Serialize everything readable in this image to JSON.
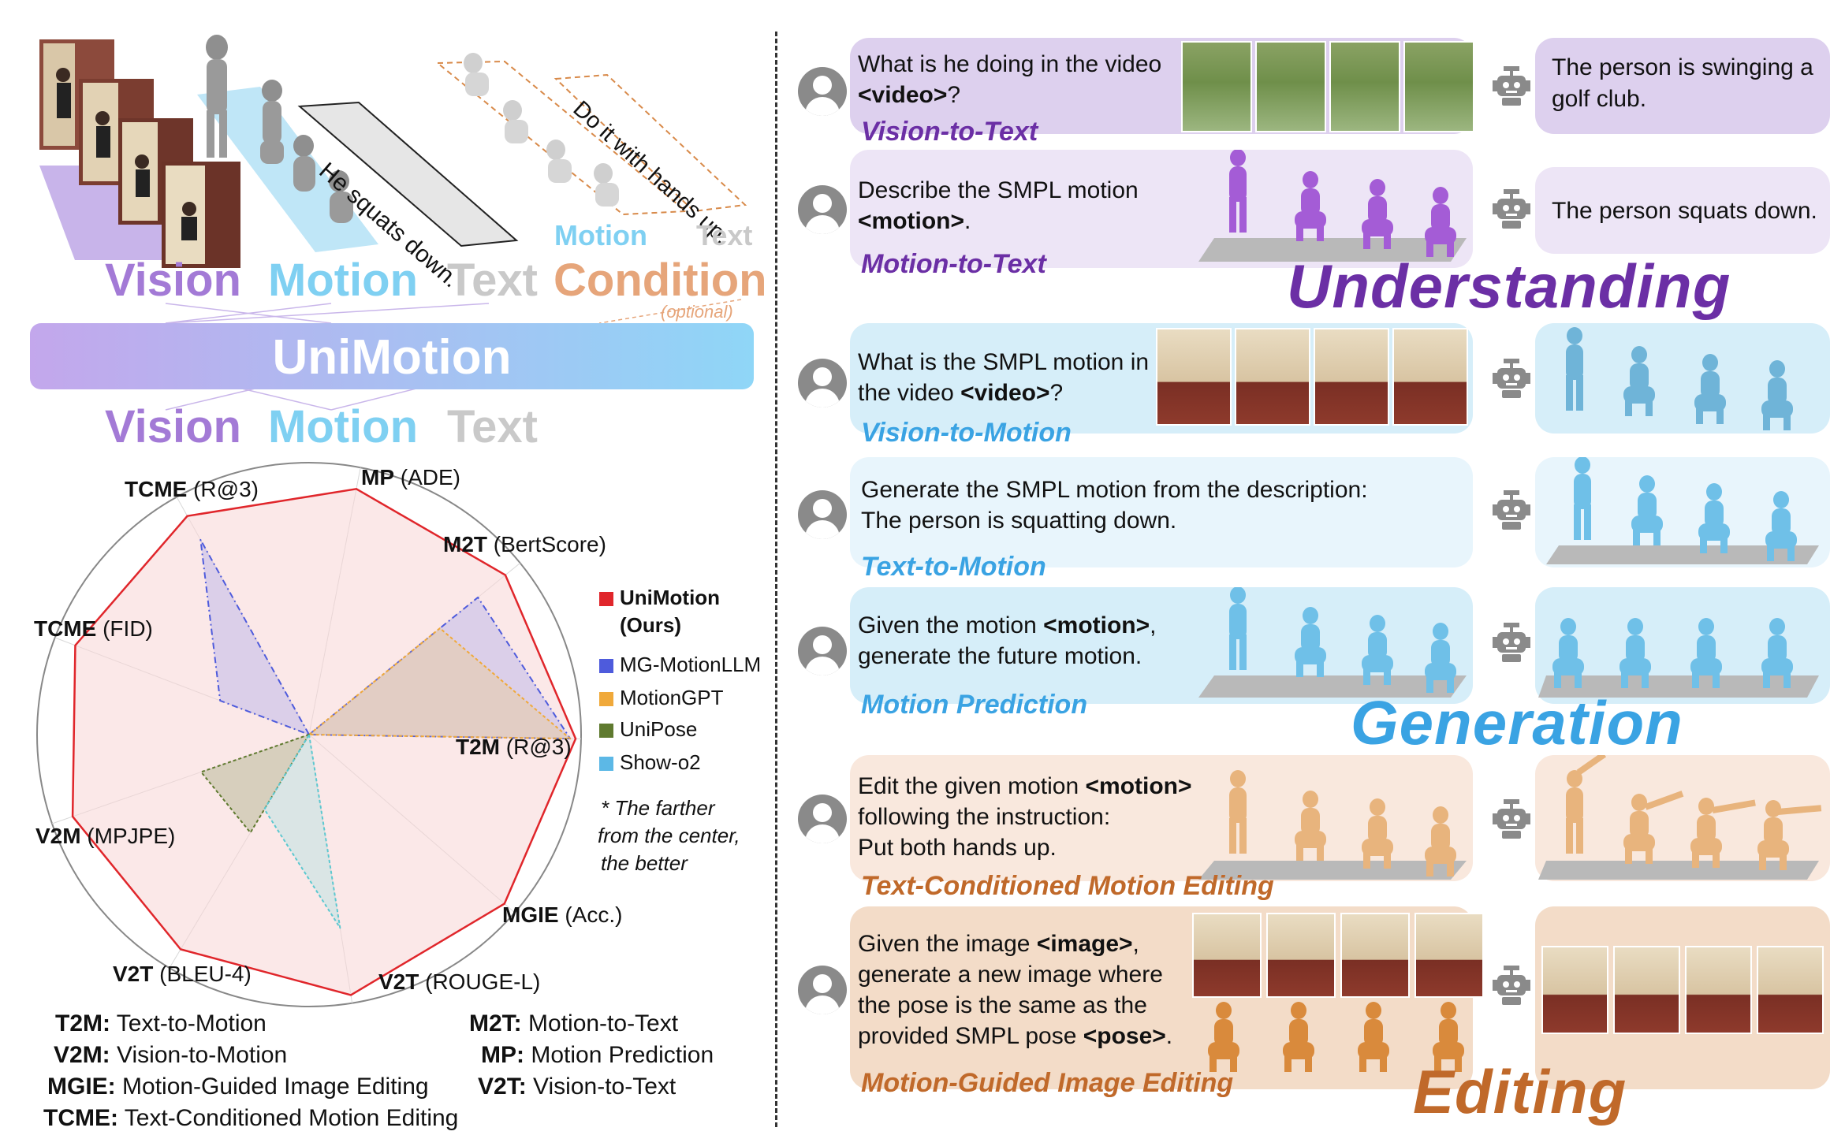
{
  "top_left": {
    "text_prompt_1": "He squats down.",
    "text_prompt_2": "Do it with hands up.",
    "motion_small": "Motion",
    "text_small": "Text",
    "vision_label": "Vision",
    "motion_label": "Motion",
    "text_label": "Text",
    "condition_label": "Condition",
    "optional": "(optional)",
    "model_name": "UniMotion",
    "out_vision": "Vision",
    "out_motion": "Motion",
    "out_text": "Text"
  },
  "radar": {
    "axes": [
      {
        "abbr": "MP",
        "metric": "(ADE)"
      },
      {
        "abbr": "M2T",
        "metric": "(BertScore)"
      },
      {
        "abbr": "T2M",
        "metric": "(R@3)"
      },
      {
        "abbr": "MGIE",
        "metric": "(Acc.)"
      },
      {
        "abbr": "V2T",
        "metric": "(ROUGE-L)"
      },
      {
        "abbr": "V2T",
        "metric": "(BLEU-4)"
      },
      {
        "abbr": "V2M",
        "metric": "(MPJPE)"
      },
      {
        "abbr": "TCME",
        "metric": "(FID)"
      },
      {
        "abbr": "TCME",
        "metric": "(R@3)"
      }
    ],
    "legend": [
      {
        "name": "UniMotion",
        "name2": "(Ours)",
        "color": "#e0262b"
      },
      {
        "name": "MG-MotionLLM",
        "color": "#4e5bdc"
      },
      {
        "name": "MotionGPT",
        "color": "#f0a93a"
      },
      {
        "name": "UniPose",
        "color": "#5f7a2f"
      },
      {
        "name": "Show-o2",
        "color": "#5cb8e6"
      }
    ],
    "note": [
      "* The farther",
      "from the center,",
      "the better"
    ]
  },
  "chart_data": {
    "type": "radar",
    "axes": [
      "MP (ADE)",
      "M2T (BertScore)",
      "T2M (R@3)",
      "MGIE (Acc.)",
      "V2T (ROUGE-L)",
      "V2T (BLEU-4)",
      "V2M (MPJPE)",
      "TCME (FID)",
      "TCME (R@3)"
    ],
    "series": [
      {
        "name": "UniMotion (Ours)",
        "values": [
          0.92,
          0.93,
          0.98,
          0.95,
          0.97,
          0.92,
          0.92,
          0.92,
          0.92
        ]
      },
      {
        "name": "MG-MotionLLM",
        "values": [
          0.0,
          0.8,
          0.96,
          0.0,
          0.0,
          0.0,
          0.0,
          0.35,
          0.82
        ]
      },
      {
        "name": "MotionGPT",
        "values": [
          0.0,
          0.62,
          0.96,
          0.0,
          0.0,
          0.0,
          0.0,
          0.0,
          0.0
        ]
      },
      {
        "name": "UniPose",
        "values": [
          0.0,
          0.0,
          0.0,
          0.0,
          0.0,
          0.42,
          0.42,
          0.0,
          0.0
        ]
      },
      {
        "name": "Show-o2",
        "values": [
          0.0,
          0.0,
          0.0,
          0.0,
          0.72,
          0.32,
          0.0,
          0.0,
          0.0
        ]
      }
    ],
    "range": [
      0,
      1
    ]
  },
  "abbreviations": [
    {
      "abbr": "T2M:",
      "full": "Text-to-Motion"
    },
    {
      "abbr": "V2M:",
      "full": "Vision-to-Motion"
    },
    {
      "abbr": "MGIE:",
      "full": "Motion-Guided Image Editing"
    },
    {
      "abbr": "TCME:",
      "full": "Text-Conditioned Motion Editing"
    },
    {
      "abbr": "M2T:",
      "full": "Motion-to-Text"
    },
    {
      "abbr": "MP:",
      "full": "Motion Prediction"
    },
    {
      "abbr": "V2T:",
      "full": "Vision-to-Text"
    }
  ],
  "tasks": {
    "v2t": {
      "q1": "What is he doing in the video",
      "q2b": "<video>",
      "q2": "?",
      "label": "Vision-to-Text",
      "answer": "The person is swinging a golf club."
    },
    "m2t": {
      "q1": "Describe the SMPL motion",
      "q2b": "<motion>",
      "q2": ".",
      "label": "Motion-to-Text",
      "answer": "The person squats down."
    },
    "v2m": {
      "q1": "What is the SMPL motion in",
      "q2a": "the video ",
      "q2b": "<video>",
      "q2": "?",
      "label": "Vision-to-Motion"
    },
    "t2m": {
      "q1": "Generate the SMPL motion from the description:",
      "q2": "The person is squatting down.",
      "label": "Text-to-Motion"
    },
    "mp": {
      "q1a": "Given the motion ",
      "q1b": "<motion>",
      "q1": ",",
      "q2": "generate the future motion.",
      "label": "Motion Prediction"
    },
    "tcme": {
      "q1a": "Edit the given motion ",
      "q1b": "<motion>",
      "q2": "following the instruction:",
      "q3": "Put both hands up.",
      "label": "Text-Conditioned Motion Editing"
    },
    "mgie": {
      "q1a": "Given the image ",
      "q1b": "<image>",
      "q1": ",",
      "q2": "generate a new image where",
      "q3": "the pose is the same as the",
      "q4a": "provided SMPL pose ",
      "q4b": "<pose>",
      "q4": ".",
      "label": "Motion-Guided Image Editing"
    }
  },
  "sections": {
    "understanding": "Understanding",
    "generation": "Generation",
    "editing": "Editing"
  },
  "colors": {
    "understanding": "#6b2fa5",
    "generation": "#3aa3e3",
    "editing": "#c0692a",
    "vision": "#a37ad6",
    "motion": "#7fd0f2",
    "text": "#c9c9c9",
    "condition": "#e6a57a"
  }
}
